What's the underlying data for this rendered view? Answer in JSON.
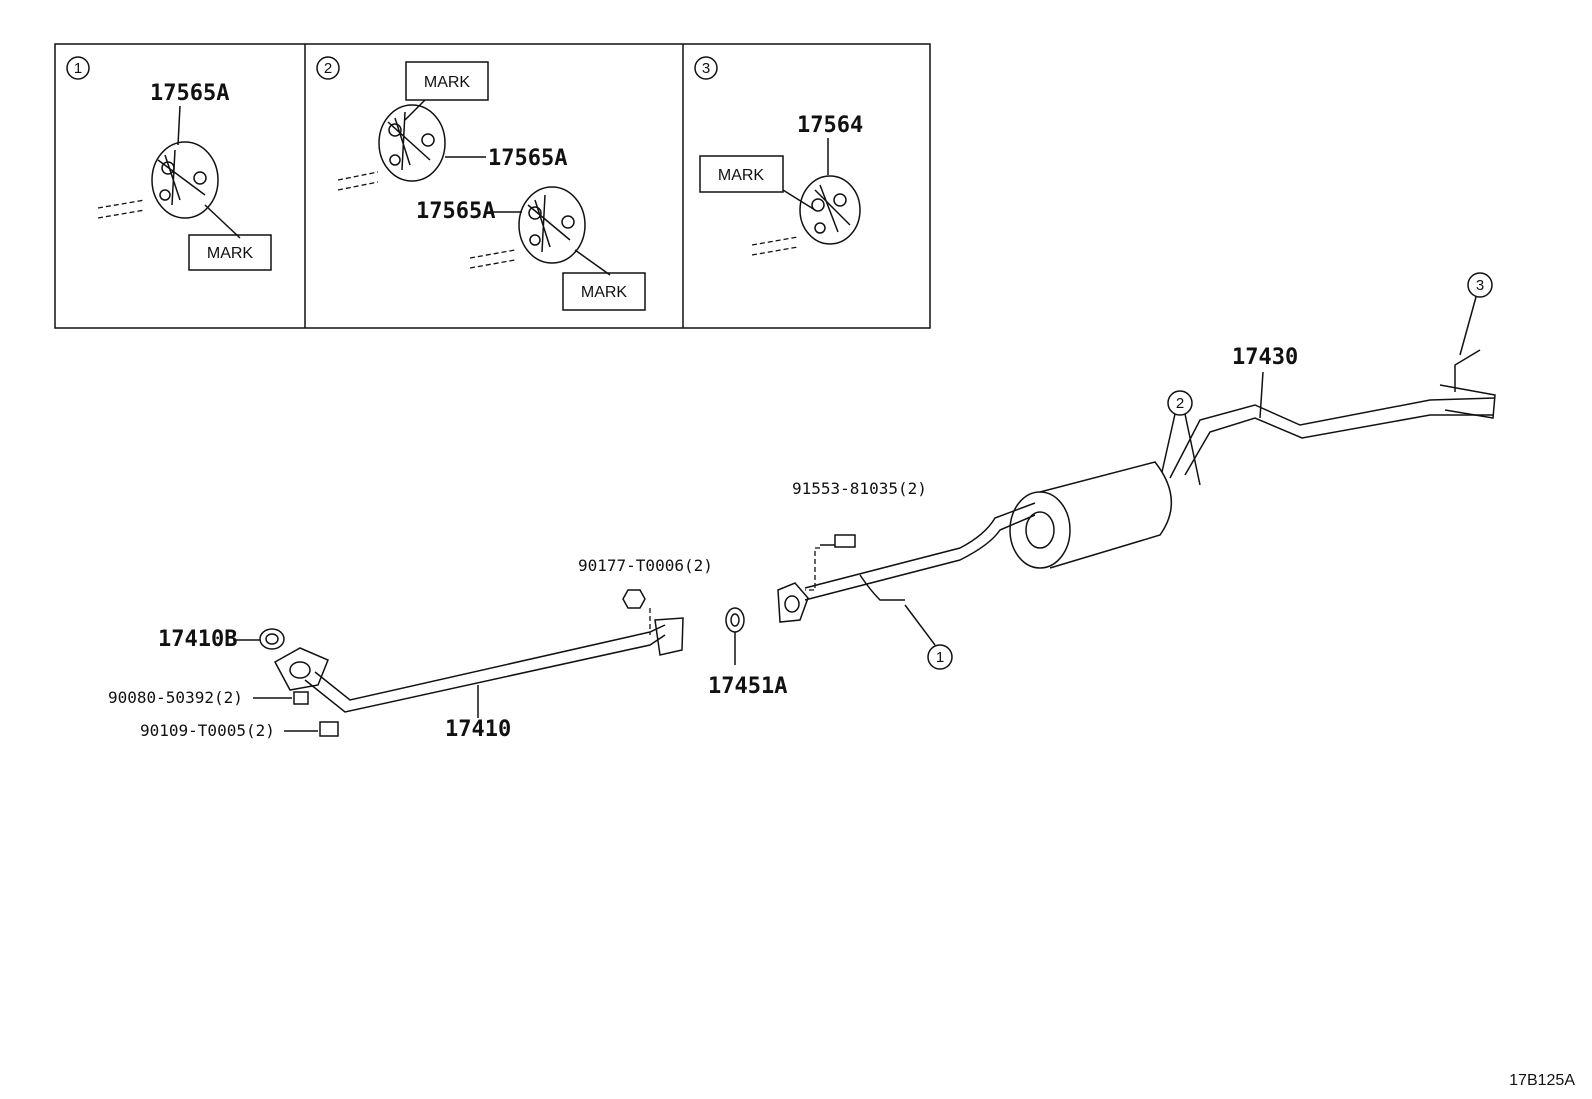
{
  "insets": [
    {
      "num": "1",
      "parts": [
        "17565A"
      ],
      "mark": "MARK"
    },
    {
      "num": "2",
      "parts": [
        "17565A",
        "17565A"
      ],
      "marks": [
        "MARK",
        "MARK"
      ]
    },
    {
      "num": "3",
      "parts": [
        "17564"
      ],
      "mark": "MARK"
    }
  ],
  "callouts": {
    "p17430": "17430",
    "p91553": "91553-81035(2)",
    "p90177": "90177-T0006(2)",
    "p17410B": "17410B",
    "p90080": "90080-50392(2)",
    "p90109": "90109-T0005(2)",
    "p17410": "17410",
    "p17451A": "17451A",
    "ref1": "1",
    "ref2": "2",
    "ref3": "3"
  },
  "diagram_code": "17B125A"
}
